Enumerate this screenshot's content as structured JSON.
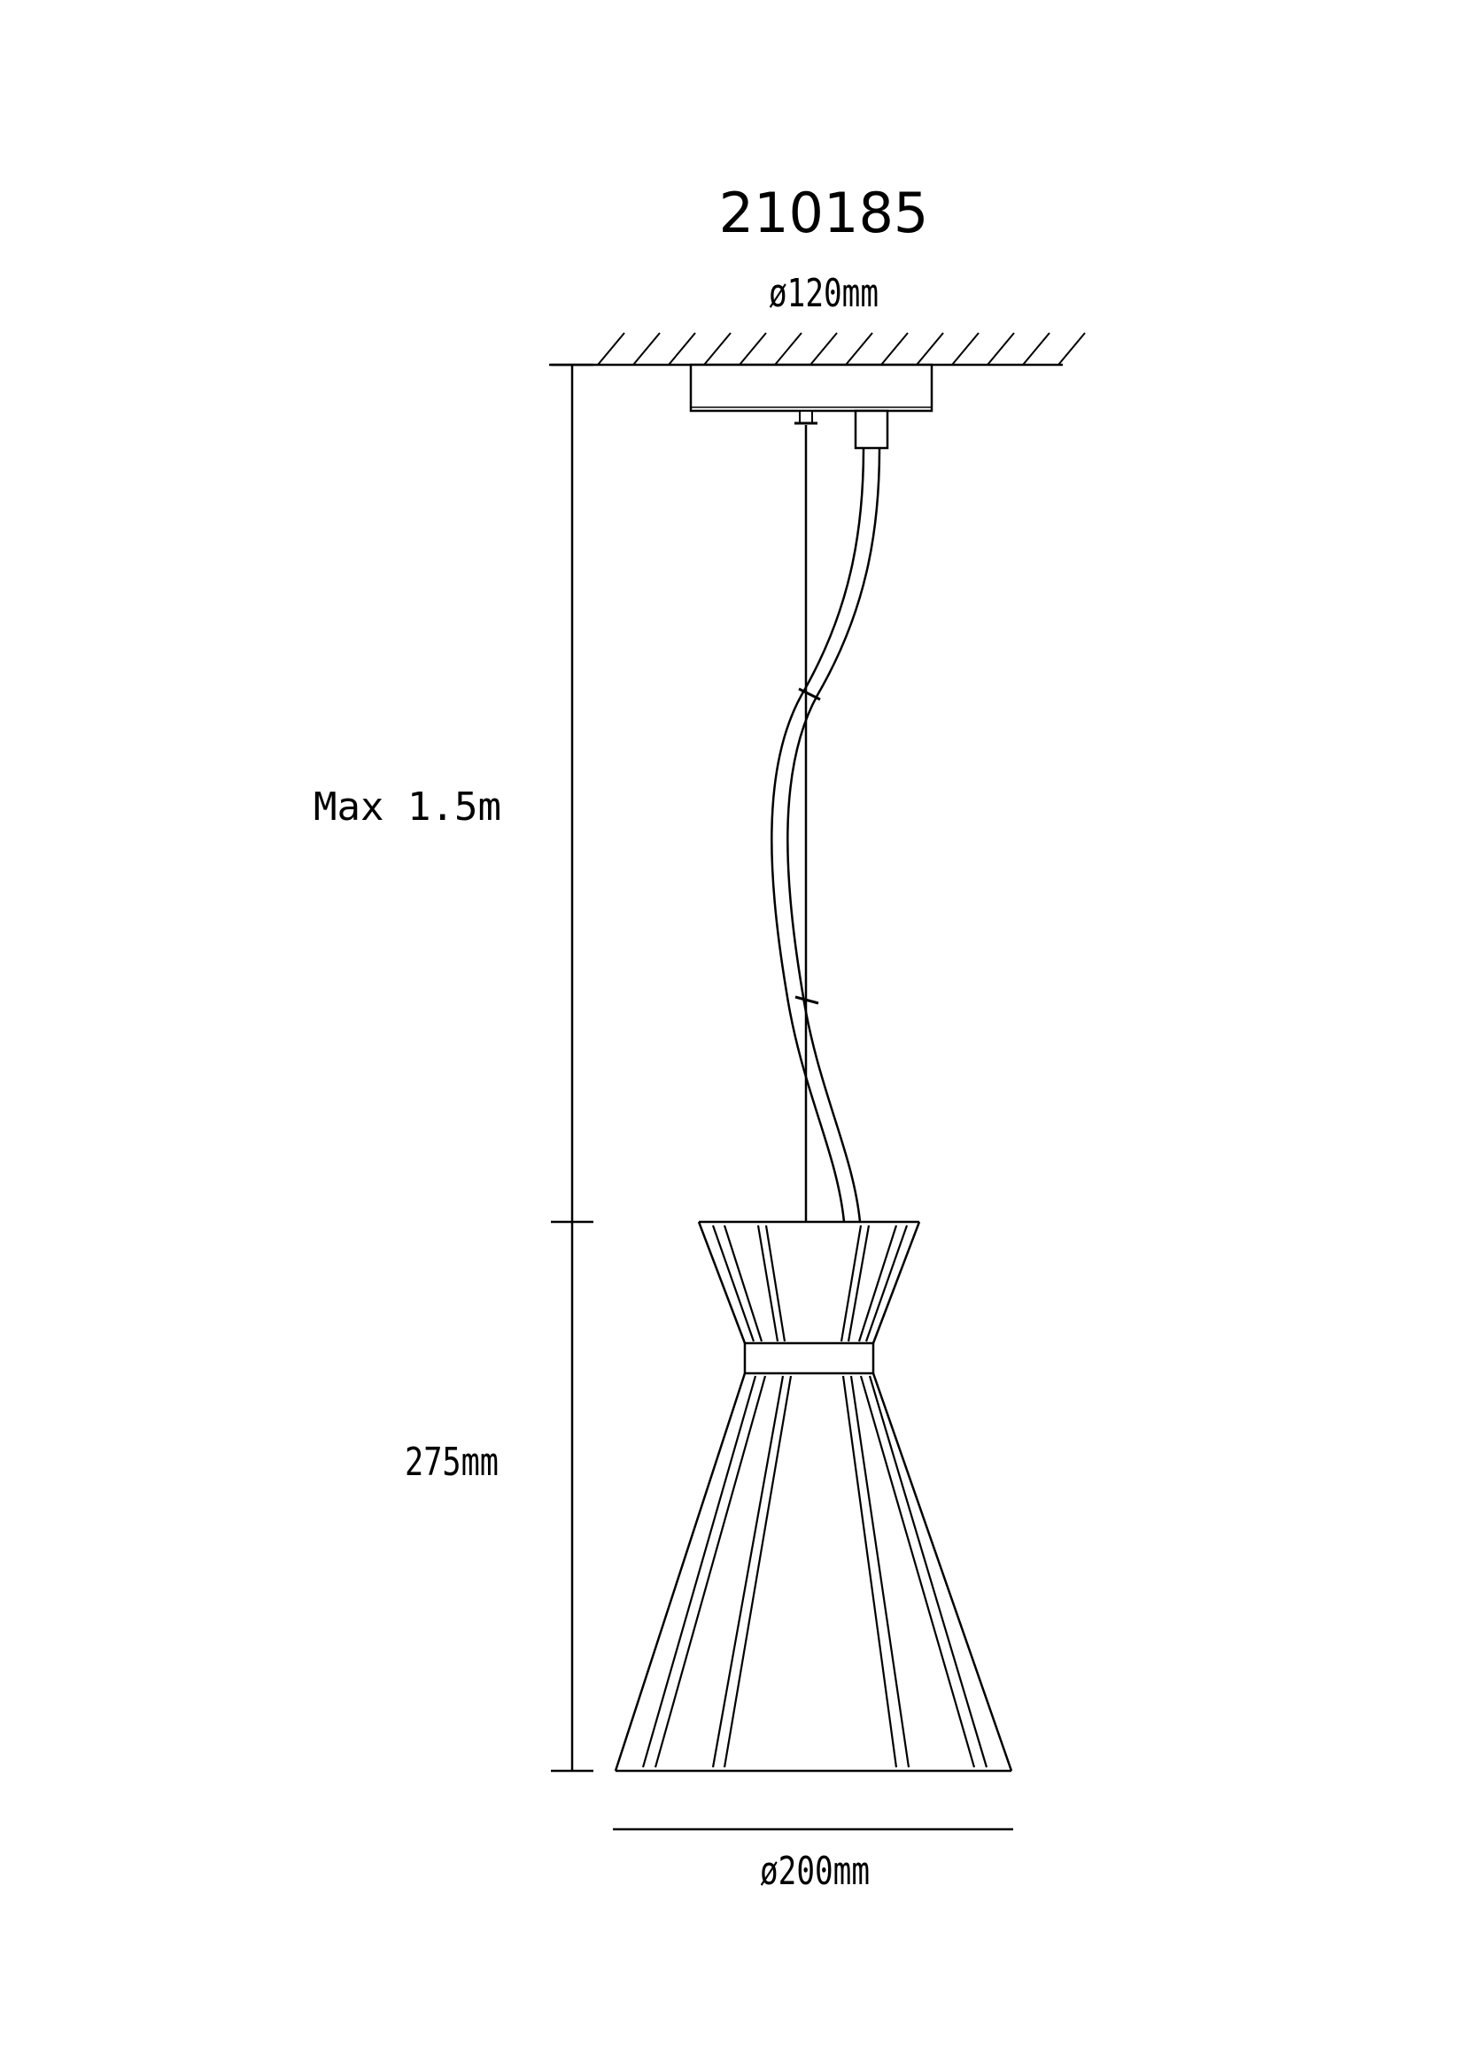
{
  "drawing": {
    "model_number": "210185",
    "dimensions": {
      "canopy_diameter": "ø120mm",
      "max_length": "Max 1.5m",
      "shade_height": "275mm",
      "shade_diameter": "ø200mm"
    }
  },
  "colors": {
    "line": "#000000",
    "background": "#ffffff"
  }
}
